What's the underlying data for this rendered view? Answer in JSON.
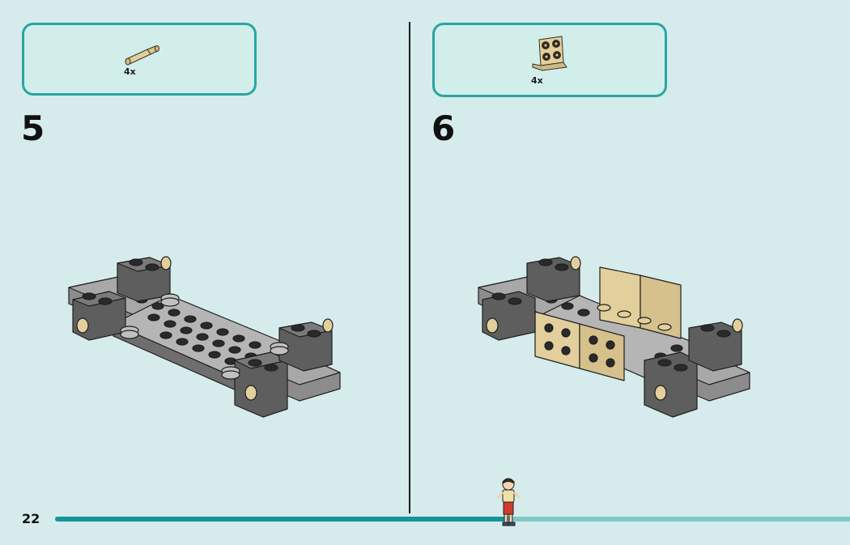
{
  "page": {
    "number": "22"
  },
  "steps": [
    {
      "number": "5",
      "parts": [
        {
          "name": "tan-axle-pin",
          "quantity": "4x"
        }
      ]
    },
    {
      "number": "6",
      "parts": [
        {
          "name": "tan-bracket-plate",
          "quantity": "4x"
        }
      ]
    }
  ],
  "progress": {
    "fraction": 0.57
  },
  "colors": {
    "background": "#d6ebec",
    "accent": "#13959a",
    "track": "#7fcac9",
    "box_border": "#2aa6a0",
    "dark_grey": "#5e5e5e",
    "light_grey": "#9a9a9a",
    "black": "#2a2a2a",
    "tan": "#e2cf9c"
  },
  "icons": {
    "step5_part": "axle-pin-icon",
    "step6_part": "bracket-plate-icon",
    "figure": "minifigure-icon"
  }
}
